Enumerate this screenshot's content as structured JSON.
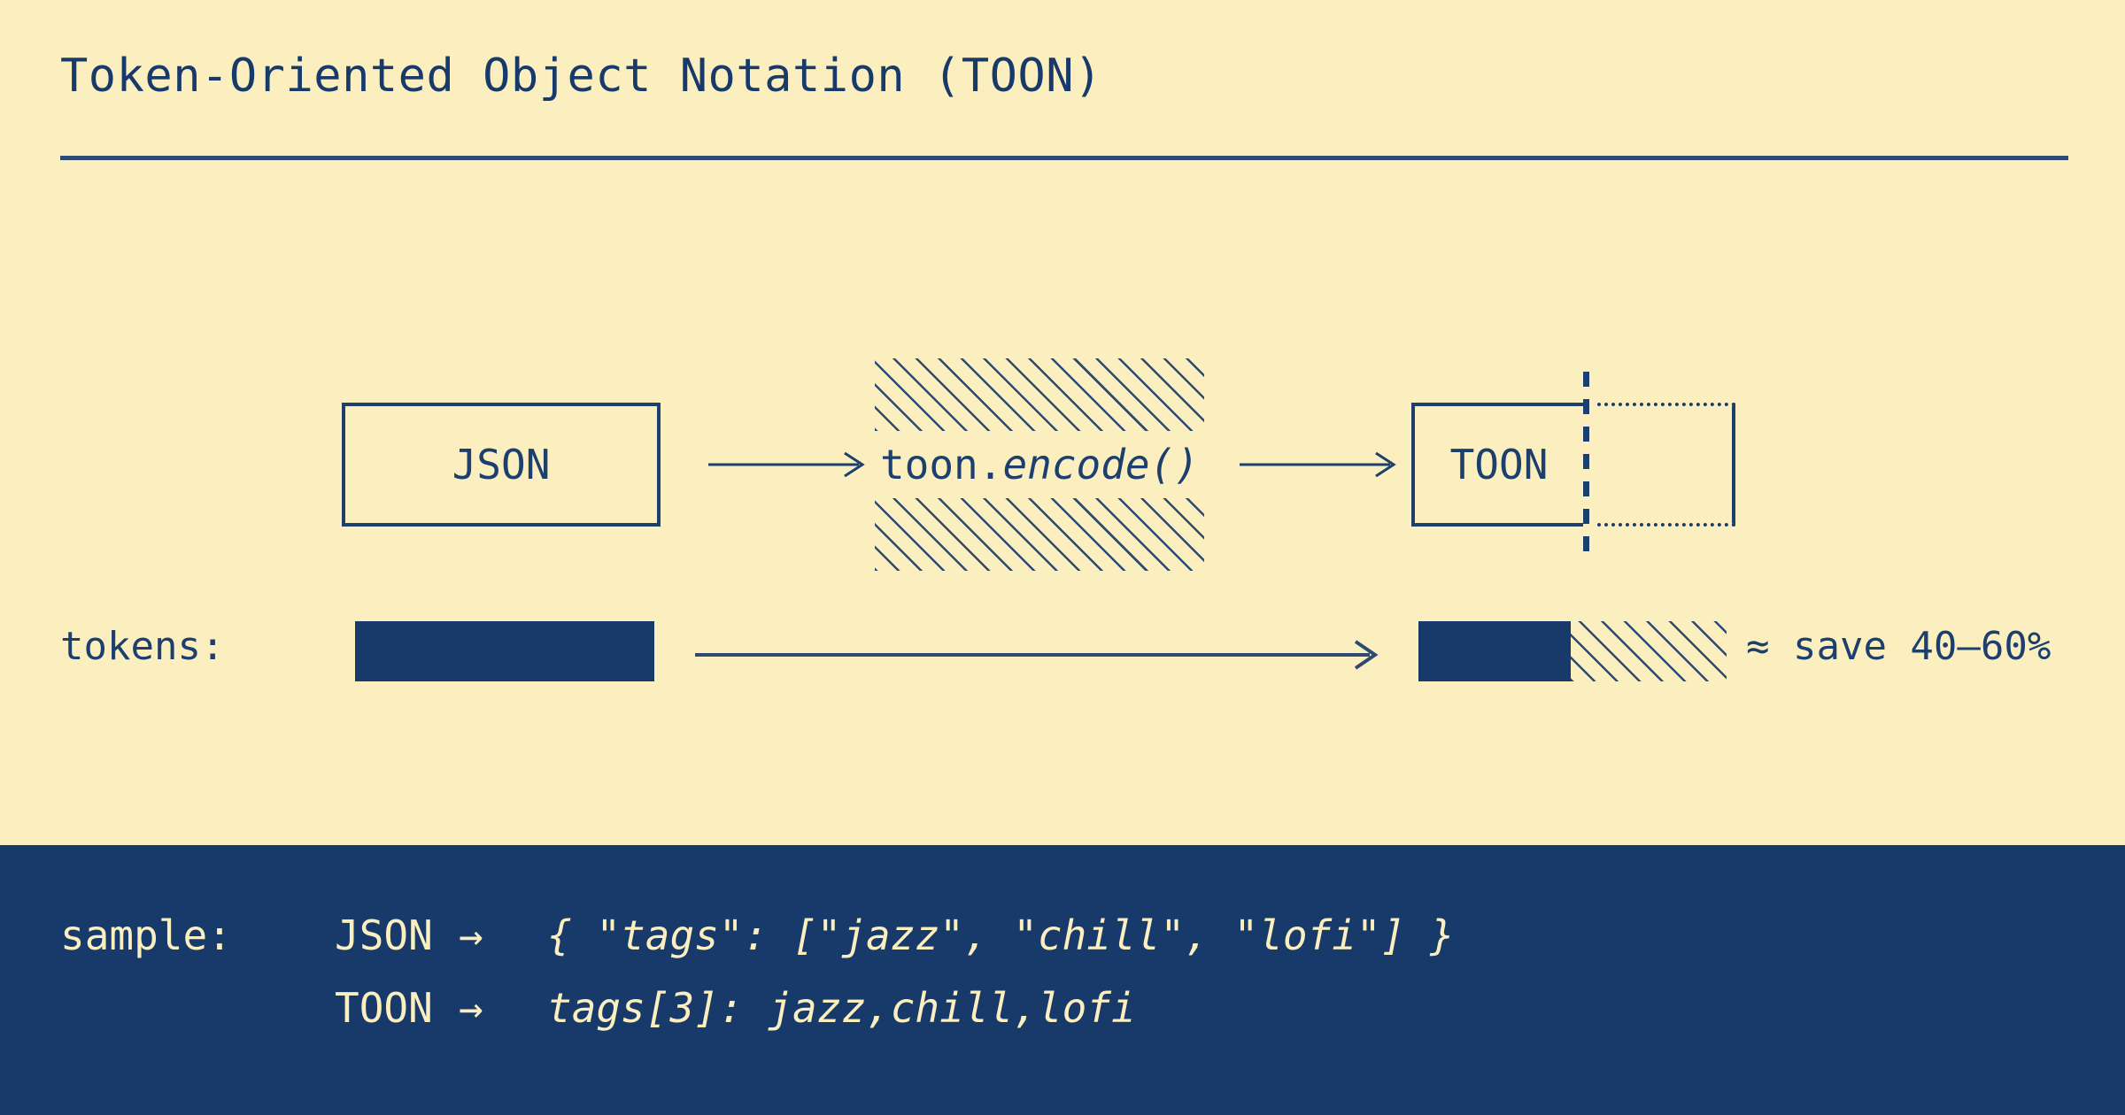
{
  "header": {
    "title": "Token-Oriented Object Notation (TOON)"
  },
  "flow": {
    "source_label": "JSON",
    "transform_prefix": "toon.",
    "transform_call": "encode()",
    "target_label": "TOON",
    "arrow_glyph": "→"
  },
  "tokens": {
    "row_label": "tokens:",
    "savings_note": "≈ save 40–60%"
  },
  "sample": {
    "row_label": "sample:",
    "rows": [
      {
        "format": "JSON",
        "arrow": "→",
        "code": "{ \"tags\": [\"jazz\", \"chill\", \"lofi\"] }"
      },
      {
        "format": "TOON",
        "arrow": "→",
        "code": "tags[3]: jazz,chill,lofi"
      }
    ]
  },
  "colors": {
    "background": "#FBEFC0",
    "ink": "#1D3F6E",
    "band": "#173A6A",
    "hatch": "#2C4A72"
  }
}
